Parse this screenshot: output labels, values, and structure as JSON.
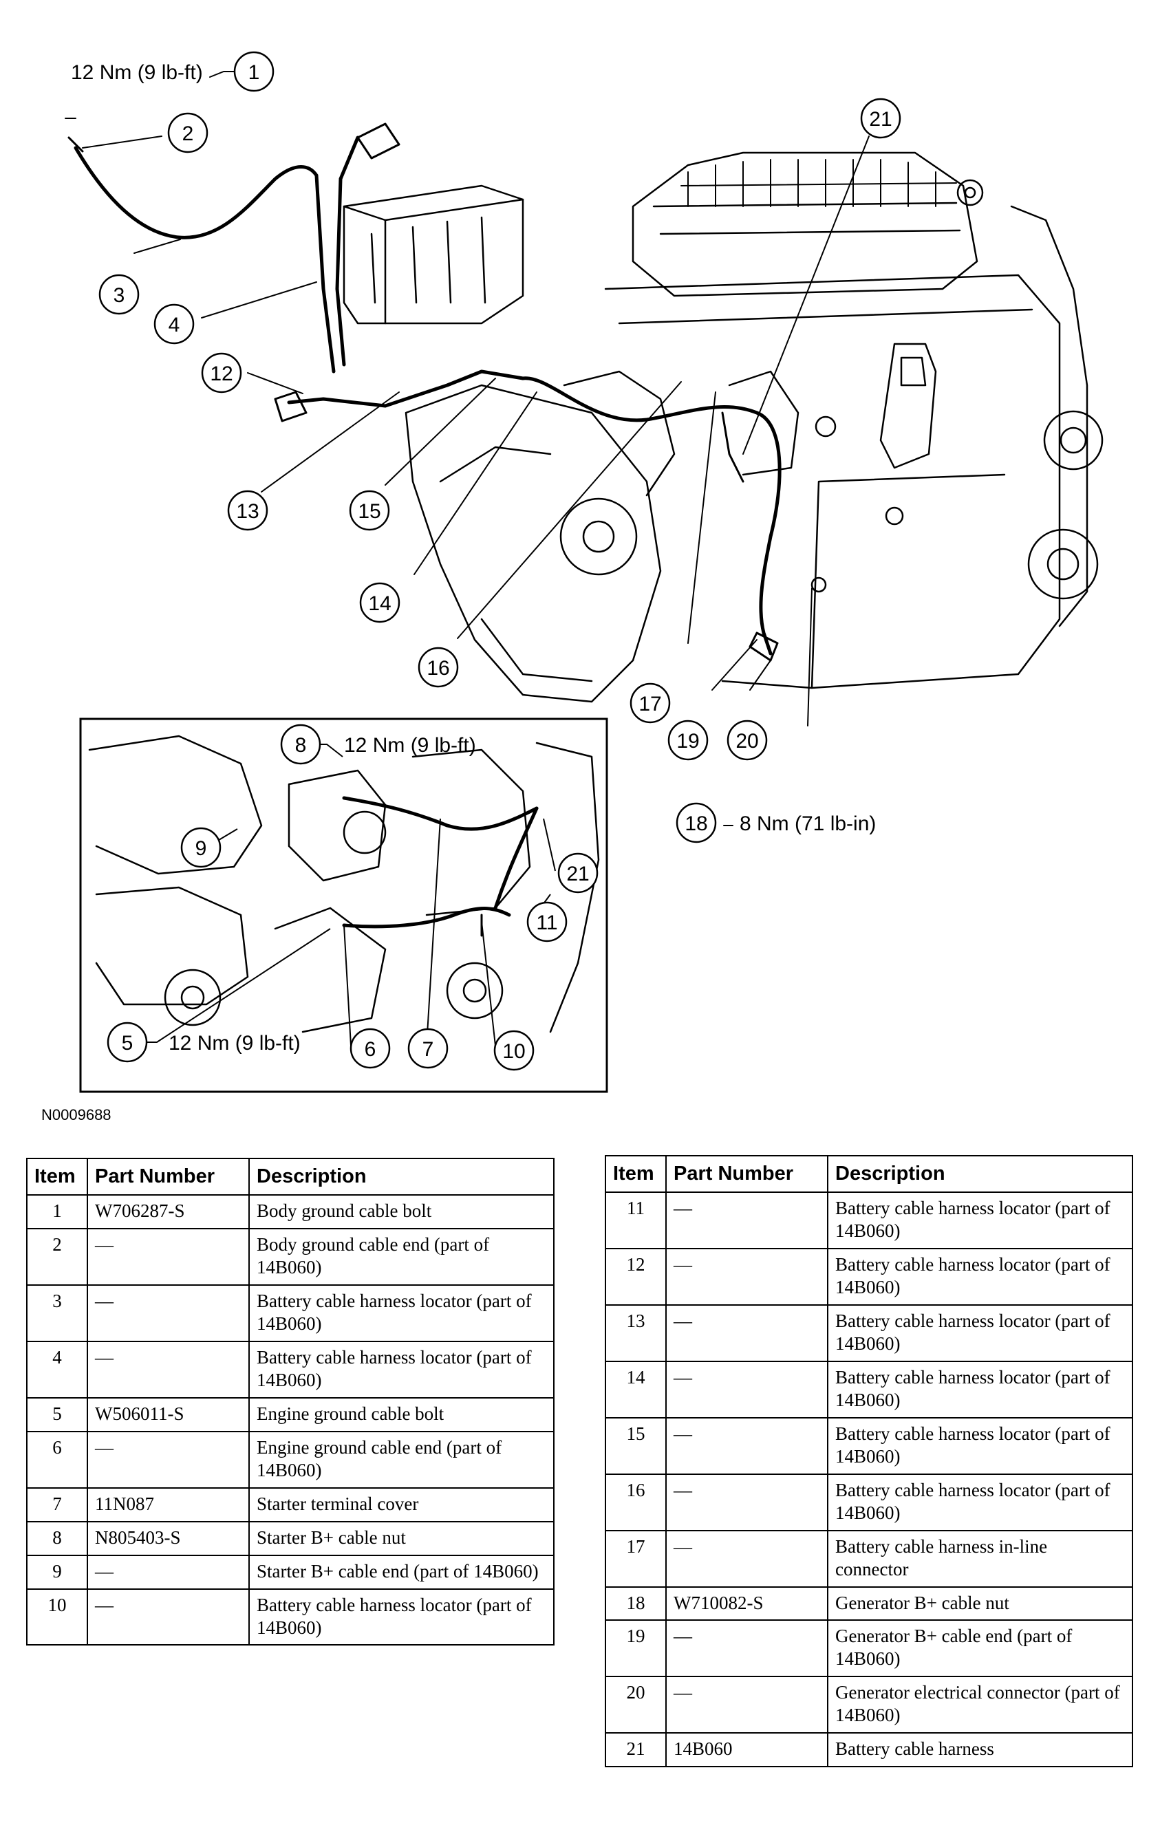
{
  "figure_ref": "N0009688",
  "callouts": {
    "c1": "1",
    "c2": "2",
    "c3": "3",
    "c4": "4",
    "c5": "5",
    "c6": "6",
    "c7": "7",
    "c8": "8",
    "c9": "9",
    "c10": "10",
    "c11": "11",
    "c12": "12",
    "c13": "13",
    "c14": "14",
    "c15": "15",
    "c16": "16",
    "c17": "17",
    "c18": "18",
    "c19": "19",
    "c20": "20",
    "c21": "21",
    "c21b": "21"
  },
  "torques": {
    "t1": "12 Nm (9 lb-ft)",
    "t8": "12 Nm (9 lb-ft)",
    "t5": "12 Nm (9 lb-ft)",
    "t18": "8 Nm (71 lb-in)"
  },
  "table_headers": {
    "item": "Item",
    "part_number": "Part Number",
    "description": "Description"
  },
  "parts_left": [
    {
      "item": "1",
      "part_number": "W706287-S",
      "description": "Body ground cable bolt"
    },
    {
      "item": "2",
      "part_number": "—",
      "description": "Body ground cable end (part of 14B060)"
    },
    {
      "item": "3",
      "part_number": "—",
      "description": "Battery cable harness locator (part of 14B060)"
    },
    {
      "item": "4",
      "part_number": "—",
      "description": "Battery cable harness locator (part of 14B060)"
    },
    {
      "item": "5",
      "part_number": "W506011-S",
      "description": "Engine ground cable bolt"
    },
    {
      "item": "6",
      "part_number": "—",
      "description": "Engine ground cable end (part of 14B060)"
    },
    {
      "item": "7",
      "part_number": "11N087",
      "description": "Starter terminal cover"
    },
    {
      "item": "8",
      "part_number": "N805403-S",
      "description": "Starter B+ cable nut"
    },
    {
      "item": "9",
      "part_number": "—",
      "description": "Starter B+ cable end (part of 14B060)"
    },
    {
      "item": "10",
      "part_number": "—",
      "description": "Battery cable harness locator (part of 14B060)"
    }
  ],
  "parts_right": [
    {
      "item": "11",
      "part_number": "—",
      "description": "Battery cable harness locator (part of 14B060)"
    },
    {
      "item": "12",
      "part_number": "—",
      "description": "Battery cable harness locator (part of 14B060)"
    },
    {
      "item": "13",
      "part_number": "—",
      "description": "Battery cable harness locator (part of 14B060)"
    },
    {
      "item": "14",
      "part_number": "—",
      "description": "Battery cable harness locator (part of 14B060)"
    },
    {
      "item": "15",
      "part_number": "—",
      "description": "Battery cable harness locator (part of 14B060)"
    },
    {
      "item": "16",
      "part_number": "—",
      "description": "Battery cable harness locator (part of 14B060)"
    },
    {
      "item": "17",
      "part_number": "—",
      "description": "Battery cable harness in-line connector"
    },
    {
      "item": "18",
      "part_number": "W710082-S",
      "description": "Generator B+ cable nut"
    },
    {
      "item": "19",
      "part_number": "—",
      "description": "Generator B+ cable end (part of 14B060)"
    },
    {
      "item": "20",
      "part_number": "—",
      "description": "Generator electrical connector (part of 14B060)"
    },
    {
      "item": "21",
      "part_number": "14B060",
      "description": "Battery cable harness"
    }
  ]
}
